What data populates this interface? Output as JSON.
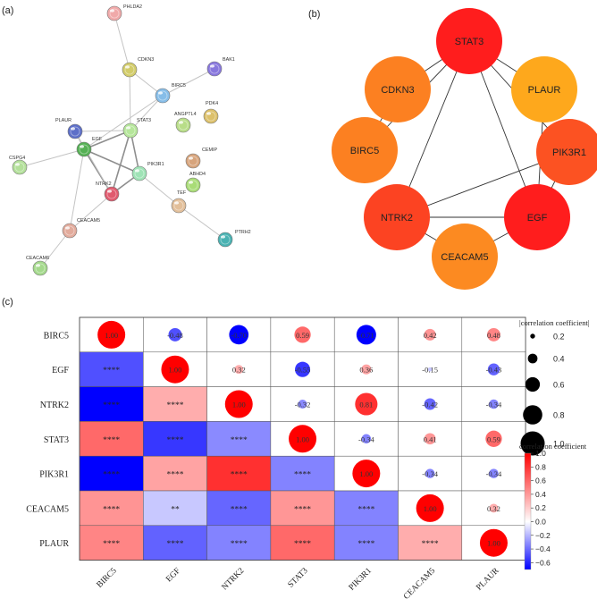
{
  "panel_labels": {
    "a": "(a)",
    "b": "(b)",
    "c": "(c)"
  },
  "panel_a": {
    "nodes": [
      {
        "id": "PHLDA2",
        "label": "PHLDA2",
        "color": "#f0a9a9"
      },
      {
        "id": "BAK1",
        "label": "BAK1",
        "color": "#8877dd"
      },
      {
        "id": "CDKN3",
        "label": "CDKN3",
        "color": "#d2cc6a"
      },
      {
        "id": "BIRC5",
        "label": "BIRC5",
        "color": "#86bde8"
      },
      {
        "id": "PDK4",
        "label": "PDK4",
        "color": "#dcc06a"
      },
      {
        "id": "ANGPTL4",
        "label": "ANGPTL4",
        "color": "#b8dd88"
      },
      {
        "id": "PLAUR",
        "label": "PLAUR",
        "color": "#5d6fc8"
      },
      {
        "id": "STAT3",
        "label": "STAT3",
        "color": "#b6e69b"
      },
      {
        "id": "CEMIP",
        "label": "CEMIP",
        "color": "#d7a47c"
      },
      {
        "id": "CSPG4",
        "label": "CSPG4",
        "color": "#b3e09a"
      },
      {
        "id": "EGF",
        "label": "EGF",
        "color": "#55b054"
      },
      {
        "id": "PIK3R1",
        "label": "PIK3R1",
        "color": "#9fe3b6"
      },
      {
        "id": "ABHD4",
        "label": "ABHD4",
        "color": "#a9dc77"
      },
      {
        "id": "NTRK2",
        "label": "NTRK2",
        "color": "#e05a6e"
      },
      {
        "id": "TEF",
        "label": "TEF",
        "color": "#e2bf9a"
      },
      {
        "id": "CEACAM5",
        "label": "CEACAM5",
        "color": "#e2ab9c"
      },
      {
        "id": "PTRH2",
        "label": "PTRH2",
        "color": "#4ab2b2"
      },
      {
        "id": "CEACAM6",
        "label": "CEACAM6",
        "color": "#a4d98c"
      }
    ],
    "edges": [
      [
        "PHLDA2",
        "CDKN3"
      ],
      [
        "CDKN3",
        "BIRC5"
      ],
      [
        "BAK1",
        "BIRC5"
      ],
      [
        "CDKN3",
        "STAT3"
      ],
      [
        "BIRC5",
        "STAT3"
      ],
      [
        "BIRC5",
        "EGF"
      ],
      [
        "PLAUR",
        "EGF"
      ],
      [
        "PLAUR",
        "STAT3"
      ],
      [
        "STAT3",
        "EGF"
      ],
      [
        "STAT3",
        "PIK3R1"
      ],
      [
        "STAT3",
        "NTRK2"
      ],
      [
        "EGF",
        "PIK3R1"
      ],
      [
        "EGF",
        "NTRK2"
      ],
      [
        "PIK3R1",
        "NTRK2"
      ],
      [
        "CSPG4",
        "EGF"
      ],
      [
        "EGF",
        "CEACAM5"
      ],
      [
        "NTRK2",
        "CEACAM5"
      ],
      [
        "CEACAM5",
        "CEACAM6"
      ],
      [
        "PIK3R1",
        "TEF"
      ],
      [
        "TEF",
        "PTRH2"
      ],
      [
        "PLAUR",
        "NTRK2"
      ]
    ],
    "thick_edges": [
      [
        "STAT3",
        "EGF"
      ],
      [
        "STAT3",
        "PIK3R1"
      ],
      [
        "STAT3",
        "NTRK2"
      ],
      [
        "EGF",
        "PIK3R1"
      ],
      [
        "EGF",
        "NTRK2"
      ],
      [
        "PIK3R1",
        "NTRK2"
      ]
    ]
  },
  "panel_b": {
    "nodes": [
      {
        "id": "STAT3",
        "label": "STAT3",
        "color": "#ff1d1d"
      },
      {
        "id": "CDKN3",
        "label": "CDKN3",
        "color": "#fc8021"
      },
      {
        "id": "PLAUR",
        "label": "PLAUR",
        "color": "#fea81c"
      },
      {
        "id": "BIRC5",
        "label": "BIRC5",
        "color": "#fc8021"
      },
      {
        "id": "PIK3R1",
        "label": "PIK3R1",
        "color": "#fc5222"
      },
      {
        "id": "NTRK2",
        "label": "NTRK2",
        "color": "#fc4322"
      },
      {
        "id": "EGF",
        "label": "EGF",
        "color": "#ff1d1d"
      },
      {
        "id": "CEACAM5",
        "label": "CEACAM5",
        "color": "#fc8a21"
      }
    ],
    "edges": [
      [
        "STAT3",
        "CDKN3"
      ],
      [
        "STAT3",
        "PLAUR"
      ],
      [
        "STAT3",
        "PIK3R1"
      ],
      [
        "STAT3",
        "EGF"
      ],
      [
        "STAT3",
        "NTRK2"
      ],
      [
        "STAT3",
        "BIRC5"
      ],
      [
        "CDKN3",
        "BIRC5"
      ],
      [
        "PLAUR",
        "EGF"
      ],
      [
        "PIK3R1",
        "EGF"
      ],
      [
        "PIK3R1",
        "NTRK2"
      ],
      [
        "NTRK2",
        "EGF"
      ],
      [
        "NTRK2",
        "CEACAM5"
      ],
      [
        "CEACAM5",
        "EGF"
      ]
    ]
  },
  "panel_c": {
    "genes": [
      "BIRC5",
      "EGF",
      "NTRK2",
      "STAT3",
      "PIK3R1",
      "CEACAM5",
      "PLAUR"
    ],
    "corr": [
      [
        1.0,
        -0.48,
        -0.7,
        0.59,
        -0.71,
        0.42,
        0.48
      ],
      [
        -0.48,
        1.0,
        0.32,
        -0.55,
        0.36,
        -0.15,
        -0.43
      ],
      [
        -0.7,
        0.32,
        1.0,
        -0.32,
        0.81,
        -0.42,
        -0.34
      ],
      [
        0.59,
        -0.55,
        -0.32,
        1.0,
        -0.34,
        0.41,
        0.59
      ],
      [
        -0.71,
        0.36,
        0.81,
        -0.34,
        1.0,
        -0.34,
        -0.34
      ],
      [
        0.42,
        -0.15,
        -0.42,
        0.41,
        -0.34,
        1.0,
        0.32
      ],
      [
        0.48,
        -0.43,
        -0.34,
        0.59,
        -0.34,
        0.32,
        1.0
      ]
    ],
    "upper_labels": [
      [
        "1.00",
        "-0.48",
        "-0.70",
        "0.59",
        "-0.71",
        "0.42",
        "0.48"
      ],
      [
        "",
        "1.00",
        "0.32",
        "-0.55",
        "0.36",
        "-0.15",
        "-0.43"
      ],
      [
        "",
        "",
        "1.00",
        "-0.32",
        "0.81",
        "-0.42",
        "-0.34"
      ],
      [
        "",
        "",
        "",
        "1.00",
        "-0.34",
        "0.41",
        "0.59"
      ],
      [
        "",
        "",
        "",
        "",
        "1.00",
        "-0.34",
        "-0.34"
      ],
      [
        "",
        "",
        "",
        "",
        "",
        "1.00",
        "0.32"
      ],
      [
        "",
        "",
        "",
        "",
        "",
        "",
        "1.00"
      ]
    ],
    "lower_labels": [
      [
        "",
        "",
        "",
        "",
        "",
        "",
        ""
      ],
      [
        "****",
        "",
        "",
        "",
        "",
        "",
        ""
      ],
      [
        "****",
        "****",
        "",
        "",
        "",
        "",
        ""
      ],
      [
        "****",
        "****",
        "****",
        "",
        "",
        "",
        ""
      ],
      [
        "****",
        "****",
        "****",
        "****",
        "",
        "",
        ""
      ],
      [
        "****",
        "**",
        "****",
        "****",
        "****",
        "",
        ""
      ],
      [
        "****",
        "****",
        "****",
        "****",
        "****",
        "****",
        ""
      ]
    ],
    "size_legend": {
      "title": "|correlation coefficient|",
      "values": [
        0.2,
        0.4,
        0.6,
        0.8,
        1.0
      ],
      "labels": [
        "0.2",
        "0.4",
        "0.6",
        "0.8",
        "1.0"
      ]
    },
    "color_legend": {
      "title": "correlation coefficient",
      "min": -0.7,
      "max": 1.0,
      "ticks": [
        1.0,
        0.8,
        0.6,
        0.4,
        0.2,
        0.0,
        -0.2,
        -0.4,
        -0.6
      ],
      "tick_labels": [
        "1.0",
        "0.8",
        "0.6",
        "0.4",
        "0.2",
        "0.0",
        "−0.2",
        "−0.4",
        "−0.6"
      ],
      "color_neg": "#0000ff",
      "color_mid": "#ffffff",
      "color_pos": "#ff0000"
    }
  }
}
